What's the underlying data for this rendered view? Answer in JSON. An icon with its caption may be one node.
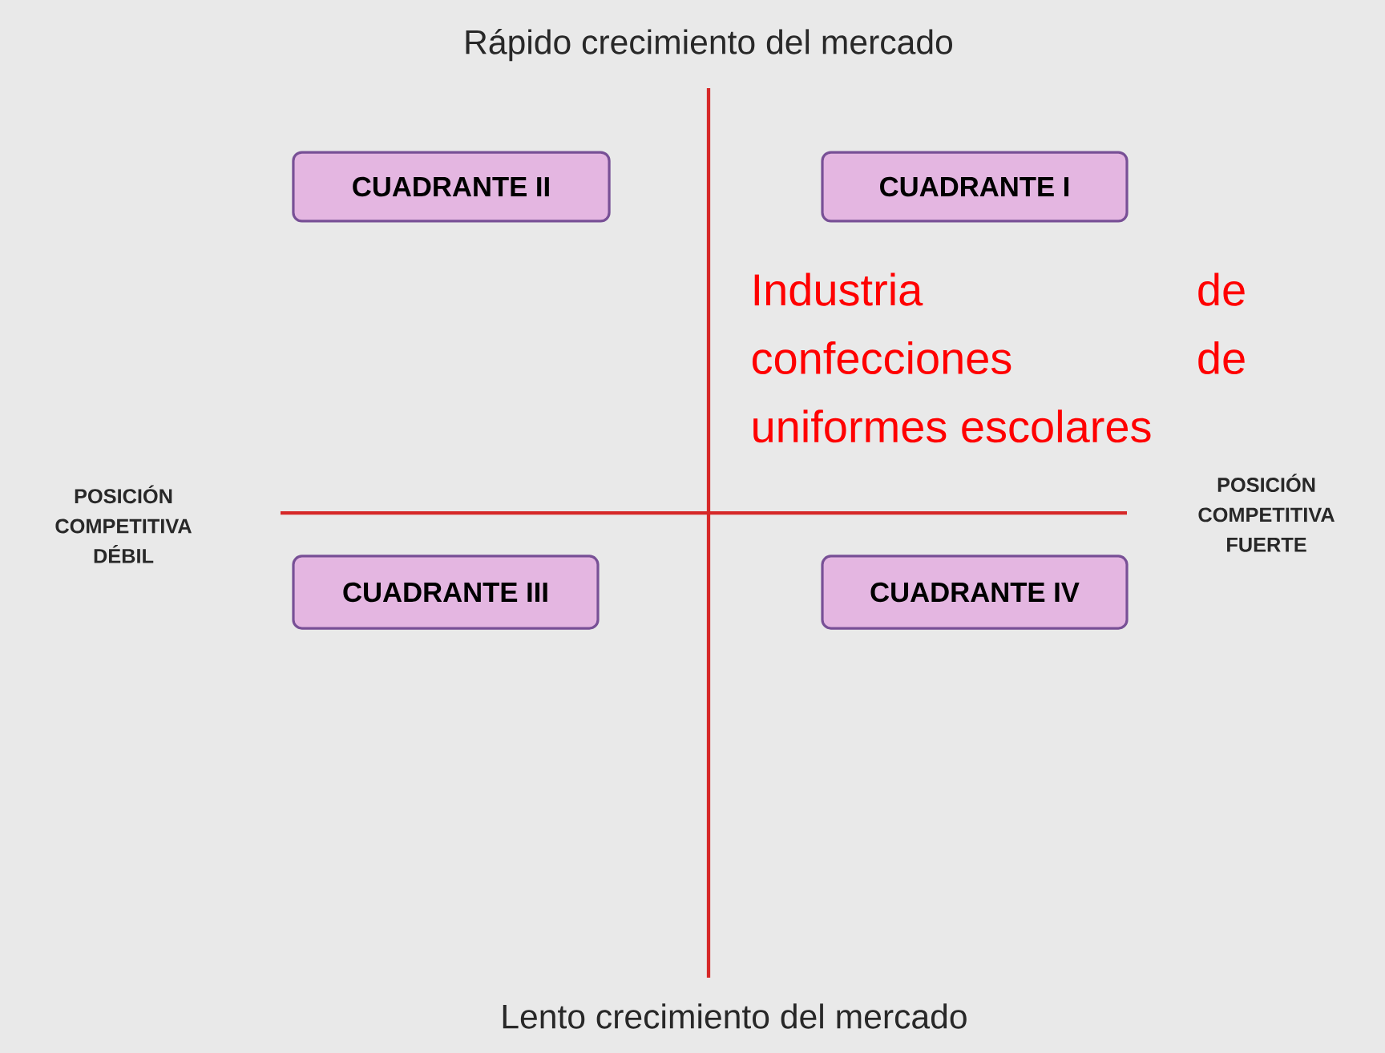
{
  "diagram": {
    "nodes": [
      {
        "text": [
          "CUADRANTE II"
        ]
      },
      {
        "text": [
          "CUADRANTE I"
        ]
      },
      {
        "text": [
          "CUADRANTE III"
        ]
      },
      {
        "text": [
          "CUADRANTE IV"
        ]
      }
    ],
    "labels": [
      "Rápido crecimiento del mercado",
      "Industria de confecciones de uniformes escolares",
      "POSICIÓN COMPETITIVA DÉBIL",
      "POSICIÓN COMPETITIVA FUERTE",
      "Lento crecimiento del mercado"
    ]
  }
}
